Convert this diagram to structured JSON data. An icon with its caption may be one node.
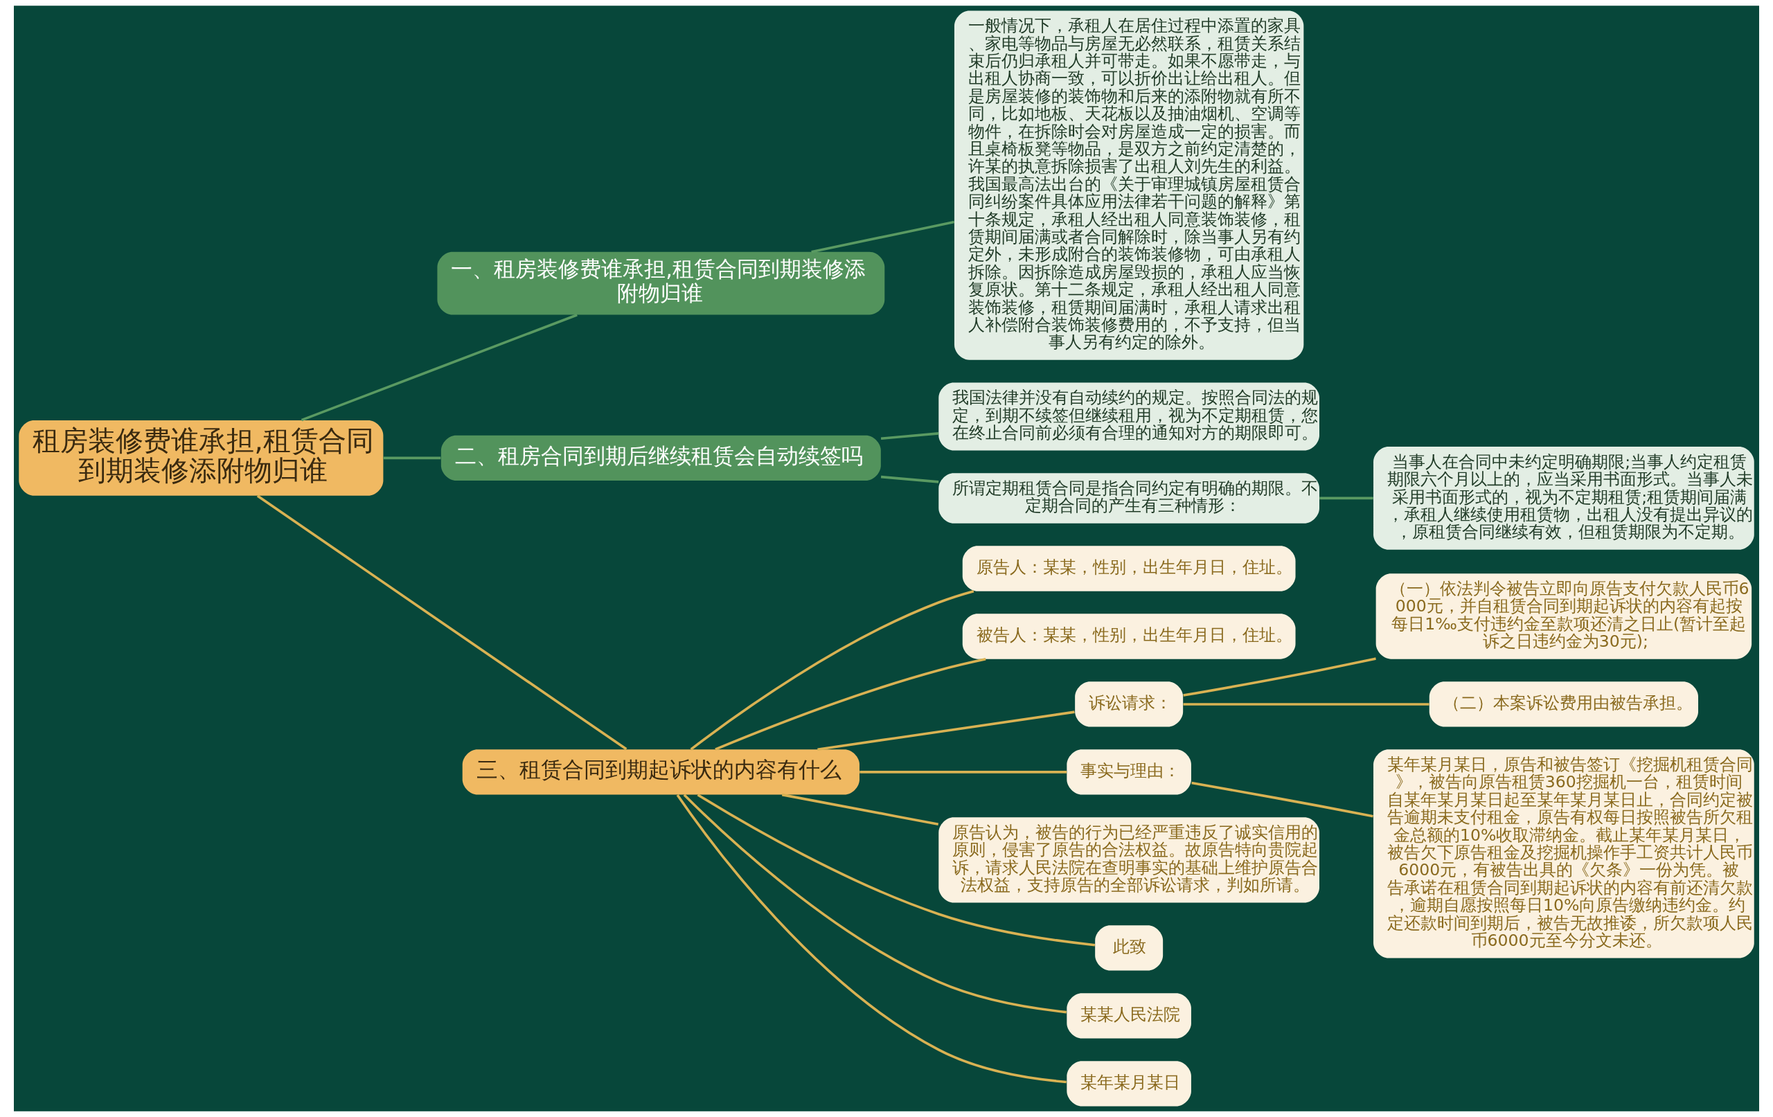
{
  "diagram": {
    "nodes": [
      {
        "text": [
          "租房装修费谁承担,租赁合同到期装修添附物归谁"
        ]
      },
      {
        "text": [
          "一、租房装修费谁承担,租赁合同到期装修添附物归谁"
        ]
      },
      {
        "text": [
          "一般情况下，承租人在居住过程中添置的家具、家电等物品与房屋无必然联系，租赁关系结束后仍归承租人并可带走。如果不愿带走，与出租人协商一致，可以折价出让给出租人。但是房屋装修的装饰物和后来的添附物就有所不同，比如地板、天花板以及抽油烟机、空调等物件，在拆除时会对房屋造成一定的损害。而且桌椅板凳等物品，是双方之前约定清楚的，许某的执意拆除损害了出租人刘先生的利益。我国最高法出台的《关于审理城镇房屋租赁合同纠纷案件具体应用法律若干问题的解释》第十条规定，承租人经出租人同意装饰装修，租赁期间届满或者合同解除时，除当事人另有约定外，未形成附合的装饰装修物，可由承租人拆除。因拆除造成房屋毁损的，承租人应当恢复原状。第十二条规定，承租人经出租人同意装饰装修，租赁期间届满时，承租人请求出租人补偿附合装饰装修费用的，不予支持，但当事人另有约定的除外。"
        ]
      },
      {
        "text": [
          "二、租房合同到期后继续租赁会自动续签吗"
        ]
      },
      {
        "text": [
          "我国法律并没有自动续约的规定。按照合同法的规定，到期不续签但继续租用，视为不定期租赁，您在终止合同前必须有合理的通知对方的期限即可。"
        ]
      },
      {
        "text": [
          "所谓定期租赁合同是指合同约定有明确的期限。不定期合同的产生有三种情形："
        ]
      },
      {
        "text": [
          "当事人在合同中未约定明确期限;当事人约定租赁期限六个月以上的，应当采用书面形式。当事人未采用书面形式的，视为不定期租赁;租赁期间届满，承租人继续使用租赁物，出租人没有提出异议的，原租赁合同继续有效，但租赁期限为不定期。"
        ]
      },
      {
        "text": [
          "三、租赁合同到期起诉状的内容有什么"
        ]
      },
      {
        "text": [
          "原告人：某某，性别，出生年月日，住址。"
        ]
      },
      {
        "text": [
          "被告人：某某，性别，出生年月日，住址。"
        ]
      },
      {
        "text": [
          "诉讼请求："
        ]
      },
      {
        "text": [
          "（一）依法判令被告立即向原告支付欠款人民币6000元，并自租赁合同到期起诉状的内容有起按每日1‰支付违约金至款项还清之日止(暂计至起诉之日违约金为30元);"
        ]
      },
      {
        "text": [
          "（二）本案诉讼费用由被告承担。"
        ]
      },
      {
        "text": [
          "事实与理由："
        ]
      },
      {
        "text": [
          "某年某月某日，原告和被告签订《挖掘机租赁合同》，被告向原告租赁360挖掘机一台，租赁时间自某年某月某日起至某年某月某日止，合同约定被告逾期未支付租金，原告有权每日按照被告所欠租金总额的10%收取滞纳金。截止某年某月某日，被告欠下原告租金及挖掘机操作手工资共计人民币6000元，有被告出具的《欠条》一份为凭。被告承诺在租赁合同到期起诉状的内容有前还清欠款，逾期自愿按照每日10%向原告缴纳违约金。约定还款时间到期后，被告无故推诿，所欠款项人民币6000元至今分文未还。"
        ]
      },
      {
        "text": [
          "原告认为，被告的行为已经严重违反了诚实信用的原则，侵害了原告的合法权益。故原告特向贵院起诉，请求人民法院在查明事实的基础上维护原告合法权益，支持原告的全部诉讼请求，判如所请。"
        ]
      },
      {
        "text": [
          "此致"
        ]
      },
      {
        "text": [
          "某某人民法院"
        ]
      },
      {
        "text": [
          "某年某月某日"
        ]
      }
    ],
    "edges": [
      {
        "from": 0,
        "to": 1,
        "arrow": "none",
        "color": "#5a9a62"
      },
      {
        "from": 1,
        "to": 2,
        "arrow": "none",
        "color": "#5a9a62"
      },
      {
        "from": 0,
        "to": 3,
        "arrow": "none",
        "color": "#5a9a62"
      },
      {
        "from": 3,
        "to": 4,
        "arrow": "none",
        "color": "#5a9a62"
      },
      {
        "from": 3,
        "to": 5,
        "arrow": "none",
        "color": "#5a9a62"
      },
      {
        "from": 5,
        "to": 6,
        "arrow": "none",
        "color": "#5a9a62"
      },
      {
        "from": 0,
        "to": 7,
        "arrow": "none"
      },
      {
        "from": 7,
        "to": 8,
        "arrow": "none"
      },
      {
        "from": 7,
        "to": 9,
        "arrow": "none"
      },
      {
        "from": 7,
        "to": 10,
        "arrow": "none"
      },
      {
        "from": 10,
        "to": 11,
        "arrow": "none"
      },
      {
        "from": 10,
        "to": 12,
        "arrow": "none"
      },
      {
        "from": 7,
        "to": 13,
        "arrow": "none"
      },
      {
        "from": 13,
        "to": 14,
        "arrow": "none"
      },
      {
        "from": 7,
        "to": 15,
        "arrow": "none"
      },
      {
        "from": 7,
        "to": 16,
        "arrow": "none"
      },
      {
        "from": 7,
        "to": 17,
        "arrow": "none"
      },
      {
        "from": 7,
        "to": 18,
        "arrow": "none"
      }
    ]
  }
}
